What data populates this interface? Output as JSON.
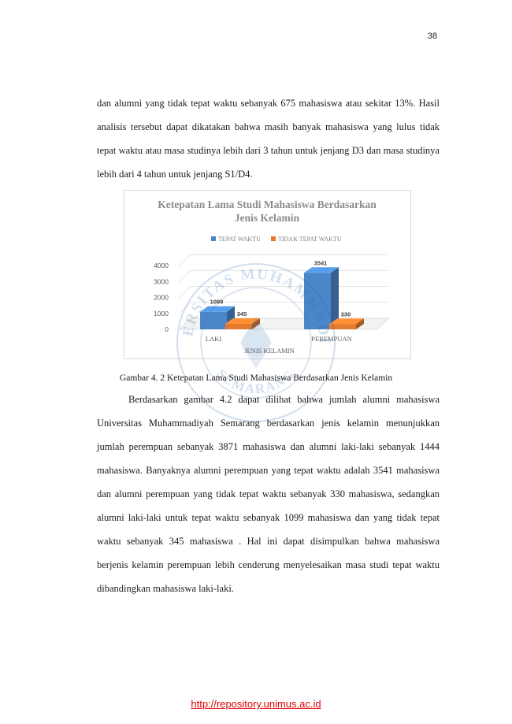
{
  "page": {
    "number": "38",
    "paragraph1": "dan alumni yang tidak tepat waktu sebanyak 675 mahasiswa atau sekitar 13%. Hasil analisis tersebut dapat dikatakan bahwa masih banyak mahasiswa yang lulus tidak tepat waktu atau masa studinya lebih dari 3 tahun untuk jenjang D3 dan masa studinya lebih dari 4 tahun untuk jenjang S1/D4.",
    "caption": "Gambar 4. 2 Ketepatan Lama Studi Mahasiswa Berdasarkan Jenis Kelamin",
    "paragraph2": "Berdasarkan gambar 4.2 dapat dilihat bahwa jumlah alumni mahasiswa Universitas Muhammadiyah Semarang berdasarkan jenis kelamin menunjukkan jumlah perempuan sebanyak 3871 mahasiswa dan alumni laki-laki sebanyak 1444 mahasiswa. Banyaknya alumni perempuan yang tepat waktu adalah 3541 mahasiswa dan alumni perempuan yang tidak tepat waktu sebanyak 330 mahasiswa, sedangkan alumni laki-laki untuk tepat waktu sebanyak 1099 mahasiswa dan yang tidak tepat waktu sebanyak 345 mahasiswa . Hal ini dapat disimpulkan bahwa mahasiswa berjenis kelamin perempuan lebih cenderung menyelesaikan masa studi tepat waktu dibandingkan mahasiswa laki-laki.",
    "footer_url": "http://repository.unimus.ac.id"
  },
  "watermark": {
    "text_top": "UNIVERSITAS MUHAMMADIYAH",
    "text_bottom": "SEMARANG"
  },
  "chart_data": {
    "type": "bar",
    "title_line1": "Ketepatan Lama Studi Mahasiswa Berdasarkan",
    "title_line2": "Jenis Kelamin",
    "categories": [
      "LAKI",
      "PEREMPUAN"
    ],
    "series": [
      {
        "name": "TEPAT WAKTU",
        "values": [
          1099,
          3541
        ],
        "color": "#4a86c8"
      },
      {
        "name": "TIDAK TEPAT WAKTU",
        "values": [
          345,
          330
        ],
        "color": "#e67a2e"
      }
    ],
    "xlabel": "JENIS KELAMIN",
    "ylabel": "",
    "yticks": [
      "0",
      "1000",
      "2000",
      "3000",
      "4000"
    ],
    "ylim": [
      0,
      4000
    ],
    "legend_position": "top",
    "three_d": true,
    "data_labels": [
      "1099",
      "345",
      "3541",
      "330"
    ]
  }
}
